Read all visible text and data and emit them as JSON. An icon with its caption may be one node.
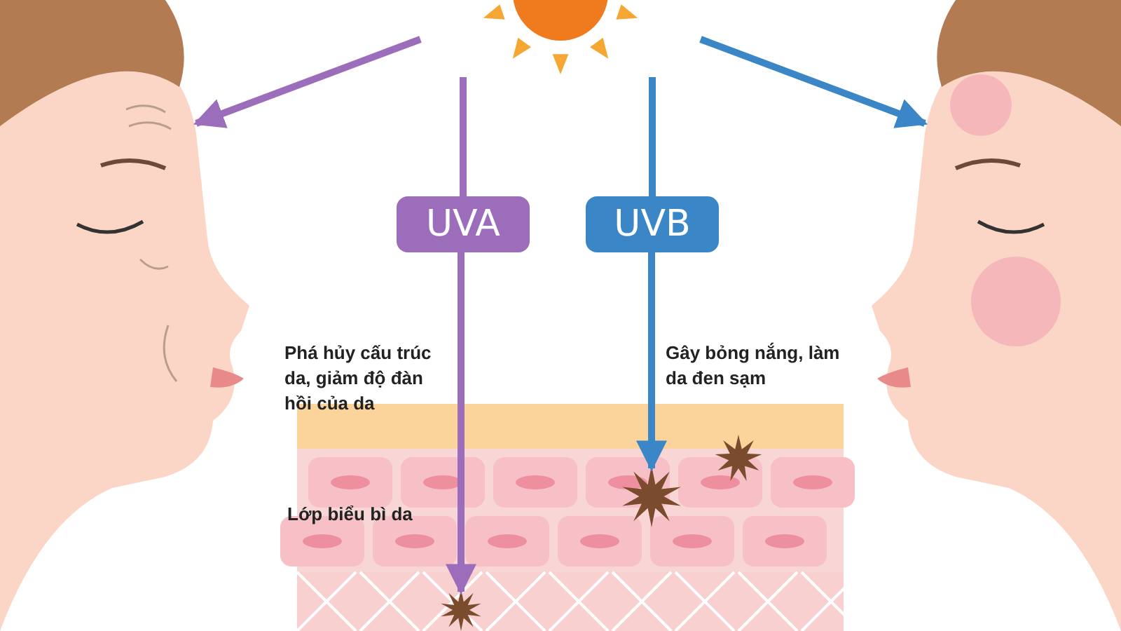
{
  "diagram": {
    "nodes": [
      {
        "text": [],
        "shape": "picture"
      },
      {
        "text": [],
        "shape": "picture"
      },
      {
        "text": [],
        "shape": "picture"
      },
      {
        "text": [
          "UVA"
        ]
      },
      {
        "text": [
          "UVB"
        ]
      },
      {
        "text": [],
        "shape": "star"
      },
      {
        "text": [],
        "shape": "star"
      }
    ],
    "edges": [
      {
        "from": 0,
        "to": 1,
        "arrow": "to",
        "color": "#9c6dba"
      },
      {
        "from": 0,
        "to": 3,
        "arrow": "none",
        "color": "#9c6dba"
      },
      {
        "from": 3,
        "to": 5,
        "arrow": "to",
        "color": "#9c6dba"
      },
      {
        "from": 0,
        "to": 4,
        "arrow": "none",
        "color": "#3b86c6"
      },
      {
        "from": 4,
        "to": 6,
        "arrow": "to",
        "color": "#3b86c6"
      },
      {
        "from": 0,
        "to": 2,
        "arrow": "to",
        "color": "#3b86c6"
      }
    ],
    "labels": [
      "Phá hủy cấu trúc da, giảm độ đàn hồi của da",
      "Gây bỏng nắng, làm da đen sạm",
      "Lớp biểu bì da"
    ]
  }
}
